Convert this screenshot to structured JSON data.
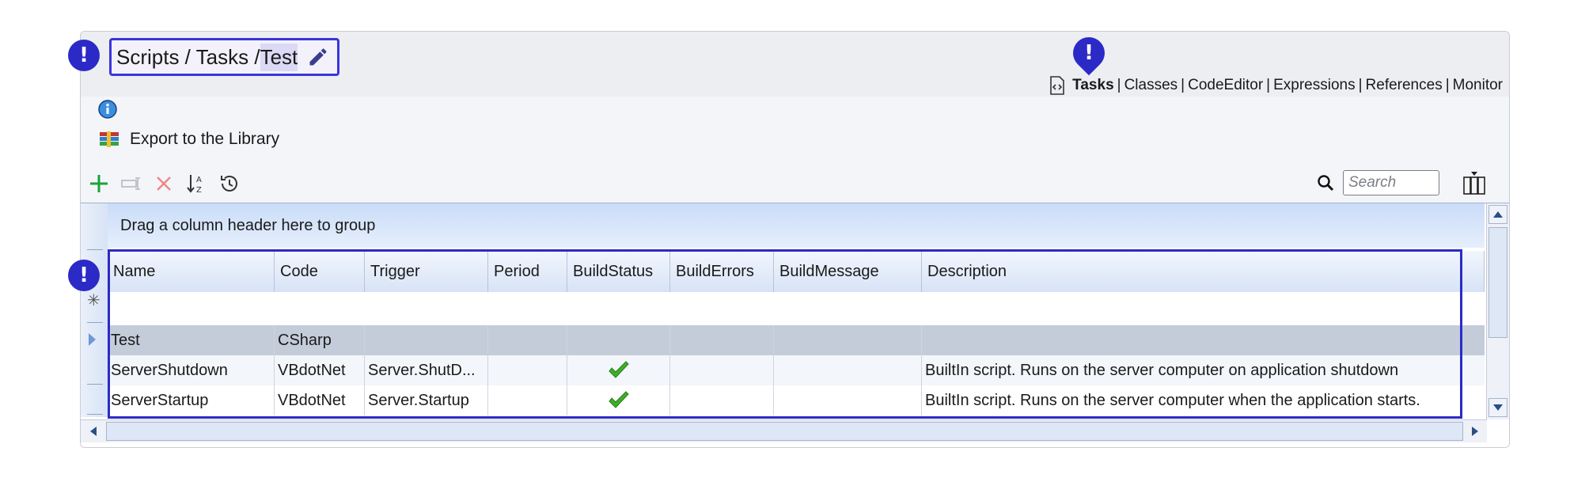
{
  "breadcrumb": {
    "path": "Scripts / Tasks / ",
    "current": "Test"
  },
  "nav": {
    "active": "Tasks",
    "links": [
      "Classes",
      "CodeEditor",
      "Expressions",
      "References",
      "Monitor"
    ],
    "separator": "|"
  },
  "export_label": "Export to the Library",
  "search": {
    "placeholder": "Search"
  },
  "grid": {
    "group_hint": "Drag a column header here to group",
    "columns": [
      "Name",
      "Code",
      "Trigger",
      "Period",
      "BuildStatus",
      "BuildErrors",
      "BuildMessage",
      "Description"
    ],
    "rows": [
      {
        "name": "Test",
        "code": "CSharp",
        "trigger": "",
        "period": "",
        "build_status": "",
        "build_errors": "",
        "build_message": "",
        "description": "",
        "selected": true
      },
      {
        "name": "ServerShutdown",
        "code": "VBdotNet",
        "trigger": "Server.ShutD...",
        "period": "",
        "build_status": "ok",
        "build_errors": "",
        "build_message": "",
        "description": "BuiltIn script. Runs on the server computer on application shutdown"
      },
      {
        "name": "ServerStartup",
        "code": "VBdotNet",
        "trigger": "Server.Startup",
        "period": "",
        "build_status": "ok",
        "build_errors": "",
        "build_message": "",
        "description": "BuiltIn script. Runs on the server computer when the application starts."
      }
    ]
  },
  "alert_badge": "!",
  "colors": {
    "accent": "#2b2ac7",
    "selected_row": "#c4ccd9",
    "add": "#1aa33a",
    "delete": "#e04a4a",
    "check": "#3fae2a"
  },
  "icons": [
    "pencil-icon",
    "tasks-code-icon",
    "info-icon",
    "library-export-icon",
    "add-icon",
    "rename-icon",
    "delete-icon",
    "sort-az-icon",
    "history-icon",
    "search-icon",
    "column-chooser-icon",
    "check-icon"
  ]
}
